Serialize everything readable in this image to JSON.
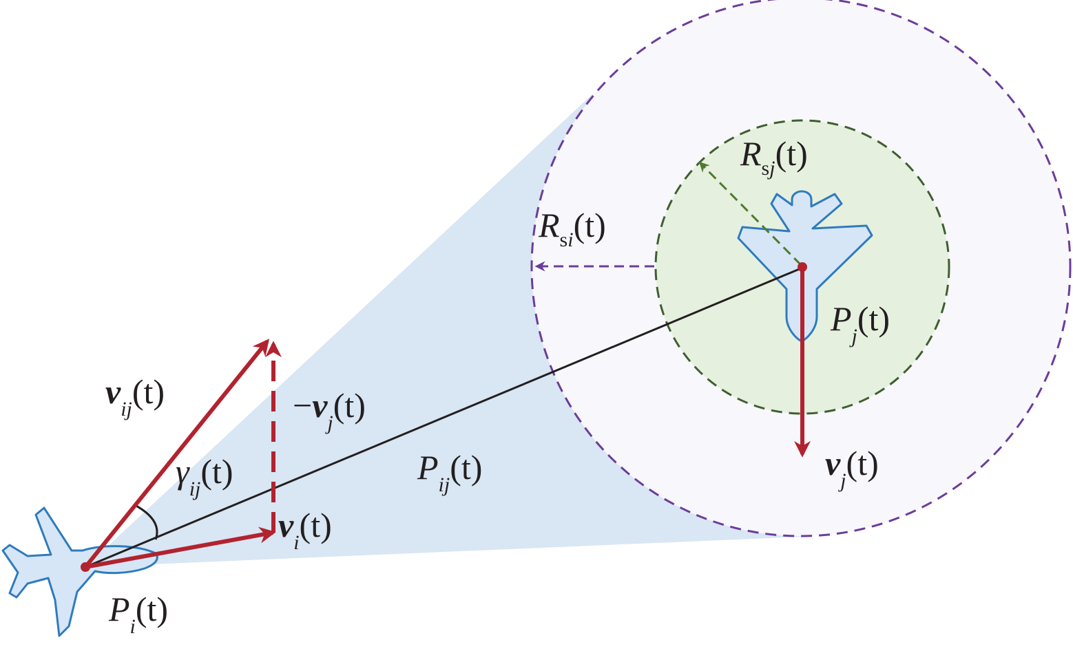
{
  "labels": {
    "R_sj": {
      "main": "R",
      "sub_roman": "s",
      "sub_italic": "j",
      "arg": "(t)"
    },
    "R_si": {
      "main": "R",
      "sub_roman": "s",
      "sub_italic": "i",
      "arg": "(t)"
    },
    "P_j": {
      "main": "P",
      "sub": "j",
      "arg": "(t)"
    },
    "v_j": {
      "main": "v",
      "sub": "j",
      "arg": "(t)"
    },
    "v_ij": {
      "main": "v",
      "sub": "ij",
      "arg": "(t)"
    },
    "neg_v_j": {
      "prefix": "−",
      "main": "v",
      "sub": "j",
      "arg": "(t)"
    },
    "gamma_ij": {
      "main": "γ",
      "sub": "ij",
      "arg": "(t)"
    },
    "P_ij": {
      "main": "P",
      "sub": "ij",
      "arg": "(t)"
    },
    "v_i": {
      "main": "v",
      "sub": "i",
      "arg": "(t)"
    },
    "P_i": {
      "main": "P",
      "sub": "i",
      "arg": "(t)"
    }
  },
  "colors": {
    "cone_fill": "#d9e6f3",
    "outer_zone_fill": "#f8f7fc",
    "outer_zone_stroke": "#6a3d9a",
    "inner_zone_fill": "#e6f0df",
    "inner_zone_stroke": "#3f5f2f",
    "aircraft_fill": "#d6e6f6",
    "aircraft_stroke": "#2e7bbf",
    "vector_red": "#b2232f",
    "line_black": "#231f20",
    "radius_purple": "#6a3d9a",
    "radius_green": "#4f7a2f"
  },
  "icons": {
    "aircraft_i": "airplane-icon",
    "aircraft_j": "airplane-icon"
  }
}
